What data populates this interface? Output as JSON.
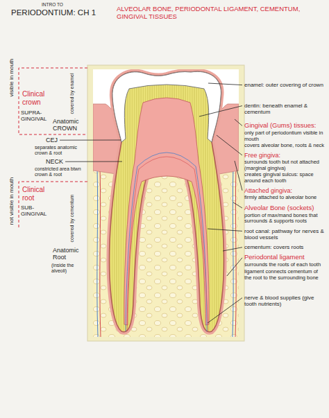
{
  "diagram": {
    "title": "PERIODONTIUM: CH 1",
    "labels": [
      "INTRO TO",
      "ALVEOLAR BONE, PERIODONTAL LIGAMENT, CEMENTUM, GINGIVAL TISSUES",
      "visible in mouth",
      "Clinical crown",
      "SUPRA-GINGIVAL",
      "covered by enamel",
      "Anatomic CROWN",
      "CEJ",
      "separates anatomic crown & root",
      "NECK",
      "constricted area btwn crown & root",
      "not visible in mouth",
      "Clinical root",
      "SUB-GINGIVAL",
      "covered by cementum",
      "Anatomic Root",
      "(inside the alveoli)",
      "enamel: outer covering of crown",
      "dentin: beneath enamel & cementum",
      "Gingival (Gums) tissues:",
      "only part of periodontium visible in mouth",
      "covers alveolar bone, roots & neck",
      "Free gingiva:",
      "surrounds tooth but not attached (marginal gingiva)",
      "creates gingival sulcus: space around each tooth",
      "Attached gingiva:",
      "firmly attached to alveolar bone",
      "Alveolar Bone (sockets)",
      "portion of max/mand bones that surrounds & supports roots",
      "root canal: pathway for nerves & blood vessels",
      "cementum: covers roots",
      "Periodontal ligament",
      "surrounds the roots of each tooth",
      "ligament connects cementum of the root to the surrounding bone",
      "nerve & blood supplies (give tooth nutrients)"
    ]
  }
}
